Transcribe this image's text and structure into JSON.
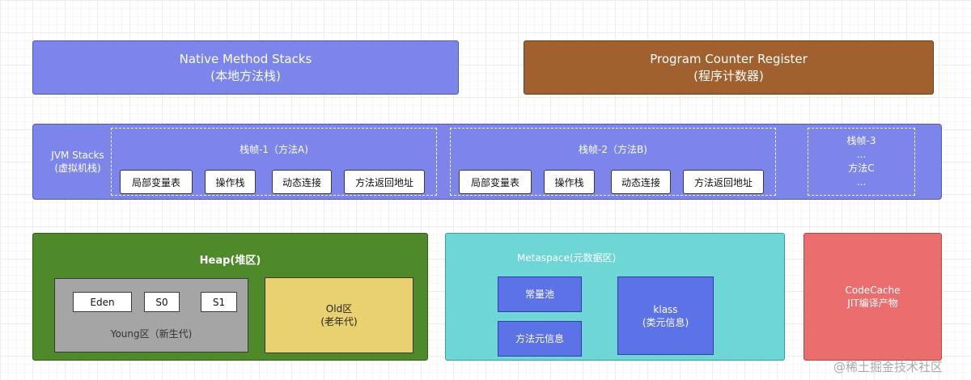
{
  "native_method_stacks": {
    "title": "Native Method Stacks",
    "subtitle": "(本地方法栈)"
  },
  "program_counter_register": {
    "title": "Program Counter Register",
    "subtitle": "(程序计数器)"
  },
  "jvm_stacks": {
    "label": "JVM Stacks",
    "sublabel": "(虚拟机栈)",
    "frames": [
      {
        "title": "栈帧-1（方法A)",
        "slots": [
          "局部变量表",
          "操作栈",
          "动态连接",
          "方法返回地址"
        ]
      },
      {
        "title": "栈帧-2（方法B)",
        "slots": [
          "局部变量表",
          "操作栈",
          "动态连接",
          "方法返回地址"
        ]
      }
    ],
    "frame3": {
      "title": "栈帧-3",
      "dots1": "...",
      "method": "方法C",
      "dots2": "..."
    }
  },
  "heap": {
    "title": "Heap(堆区)",
    "young": {
      "eden": "Eden",
      "s0": "S0",
      "s1": "S1",
      "label": "Young区（新生代)"
    },
    "old": {
      "title": "Old区",
      "subtitle": "(老年代)"
    }
  },
  "metaspace": {
    "title": "Metaspace(元数据区)",
    "constant_pool": "常量池",
    "method_meta": "方法元信息",
    "klass": {
      "title": "klass",
      "subtitle": "(类元信息)"
    }
  },
  "code_cache": {
    "title": "CodeCache",
    "subtitle": "JIT编译产物"
  },
  "watermark": "@稀土掘金技术社区",
  "colors": {
    "native": "#7b85ea",
    "program_counter": "#a0612e",
    "jvm_stacks": "#7b85ea",
    "heap": "#4f8a2a",
    "young": "#a5a5a5",
    "old": "#ead16f",
    "metaspace": "#6fd6d6",
    "metaspace_items": "#5b73e6",
    "code_cache": "#ea6e6e"
  }
}
